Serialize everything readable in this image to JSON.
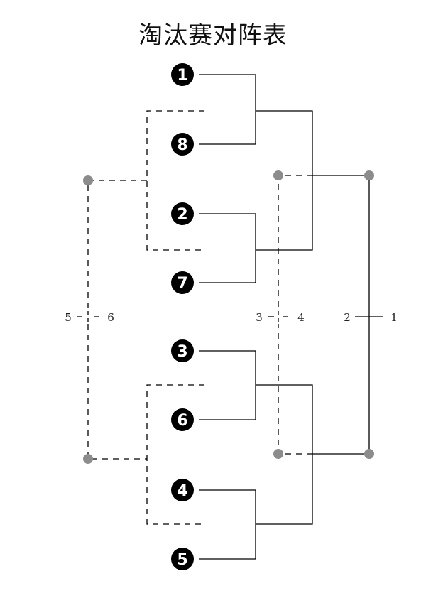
{
  "title": "淘汰赛对阵表",
  "seeds": [
    "1",
    "8",
    "2",
    "7",
    "3",
    "6",
    "4",
    "5"
  ],
  "playoff_labels": {
    "fifth": {
      "left": "5",
      "right": "6"
    },
    "third": {
      "left": "3",
      "right": "4"
    },
    "final": {
      "left": "2",
      "right": "1"
    }
  },
  "colors": {
    "line": "#000000",
    "node": "#8c8c8c",
    "seed_circle": "#000000"
  }
}
